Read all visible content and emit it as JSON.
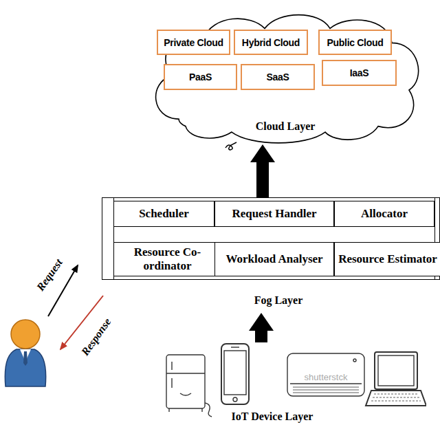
{
  "diagram": {
    "nodes": [
      {
        "text": [
          "Cloud Layer"
        ]
      },
      {
        "text": [
          "Private Cloud"
        ],
        "in": 0
      },
      {
        "text": [
          "Hybrid Cloud"
        ],
        "in": 0
      },
      {
        "text": [
          "Public Cloud"
        ],
        "in": 0
      },
      {
        "text": [
          "PaaS"
        ],
        "in": 0
      },
      {
        "text": [
          "SaaS"
        ],
        "in": 0
      },
      {
        "text": [
          "IaaS"
        ],
        "in": 0
      },
      {
        "text": [
          "Fog Layer"
        ]
      },
      {
        "text": [
          "Scheduler"
        ],
        "in": 7
      },
      {
        "text": [
          "Request Handler"
        ],
        "in": 7
      },
      {
        "text": [
          "Allocator"
        ],
        "in": 7
      },
      {
        "text": [
          "Resource Co-ordinator"
        ],
        "in": 7
      },
      {
        "text": [
          "Workload Analyser"
        ],
        "in": 7
      },
      {
        "text": [
          "Resource Estimator"
        ],
        "in": 7
      },
      {
        "text": [
          "IoT Device Layer"
        ]
      }
    ],
    "edges": [
      {
        "from": 7,
        "to": 0,
        "arrow": "to"
      },
      {
        "from": 14,
        "to": 7,
        "arrow": "to"
      }
    ],
    "labels": [
      "Request",
      "Response",
      "shutterstck"
    ]
  }
}
